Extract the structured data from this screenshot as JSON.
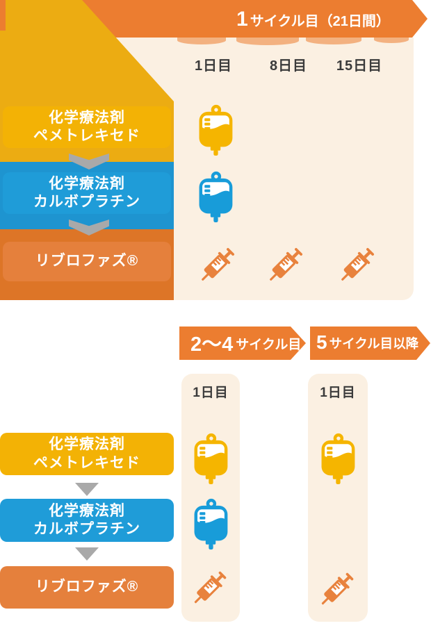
{
  "colors": {
    "yellow_label": "#F3B205",
    "yellow_band": "#ECAC12",
    "blue_label": "#1F9CD8",
    "blue_band": "#1E94D0",
    "orange_label": "#E5803C",
    "orange_band": "#DD7527",
    "banner_orange": "#EC7D30",
    "panel_cream": "#FBF0E2",
    "arrow_gray": "#A9A9A9",
    "bag_yellow": "#F5B500",
    "bag_blue": "#189CD9",
    "syringe_orange": "#E8823D",
    "day_text": "#3B3B3B"
  },
  "section1": {
    "banner": {
      "number": "1",
      "label": "サイクル目（21日間）"
    },
    "day_headers": [
      "1日目",
      "8日目",
      "15日目"
    ],
    "drugs": [
      {
        "line1": "化学療法剤",
        "line2": "ペメトレキセド",
        "icon": "iv-bag-icon",
        "schedule_days": [
          "1日目"
        ]
      },
      {
        "line1": "化学療法剤",
        "line2": "カルボプラチン",
        "icon": "iv-bag-icon",
        "schedule_days": [
          "1日目"
        ]
      },
      {
        "line1": "リブロファズ®",
        "line2": "",
        "icon": "syringe-icon",
        "schedule_days": [
          "1日目",
          "8日目",
          "15日目"
        ]
      }
    ]
  },
  "section2": {
    "banners": [
      {
        "number": "2〜4",
        "label": "サイクル目"
      },
      {
        "number": "5",
        "label": "サイクル目以降"
      }
    ],
    "day_header": "1日目",
    "drugs": [
      {
        "line1": "化学療法剤",
        "line2": "ペメトレキセド",
        "icon": "iv-bag-icon",
        "cycles_2_4": true,
        "cycles_5_plus": true
      },
      {
        "line1": "化学療法剤",
        "line2": "カルボプラチン",
        "icon": "iv-bag-icon",
        "cycles_2_4": true,
        "cycles_5_plus": false
      },
      {
        "line1": "リブロファズ®",
        "line2": "",
        "icon": "syringe-icon",
        "cycles_2_4": true,
        "cycles_5_plus": true
      }
    ]
  }
}
